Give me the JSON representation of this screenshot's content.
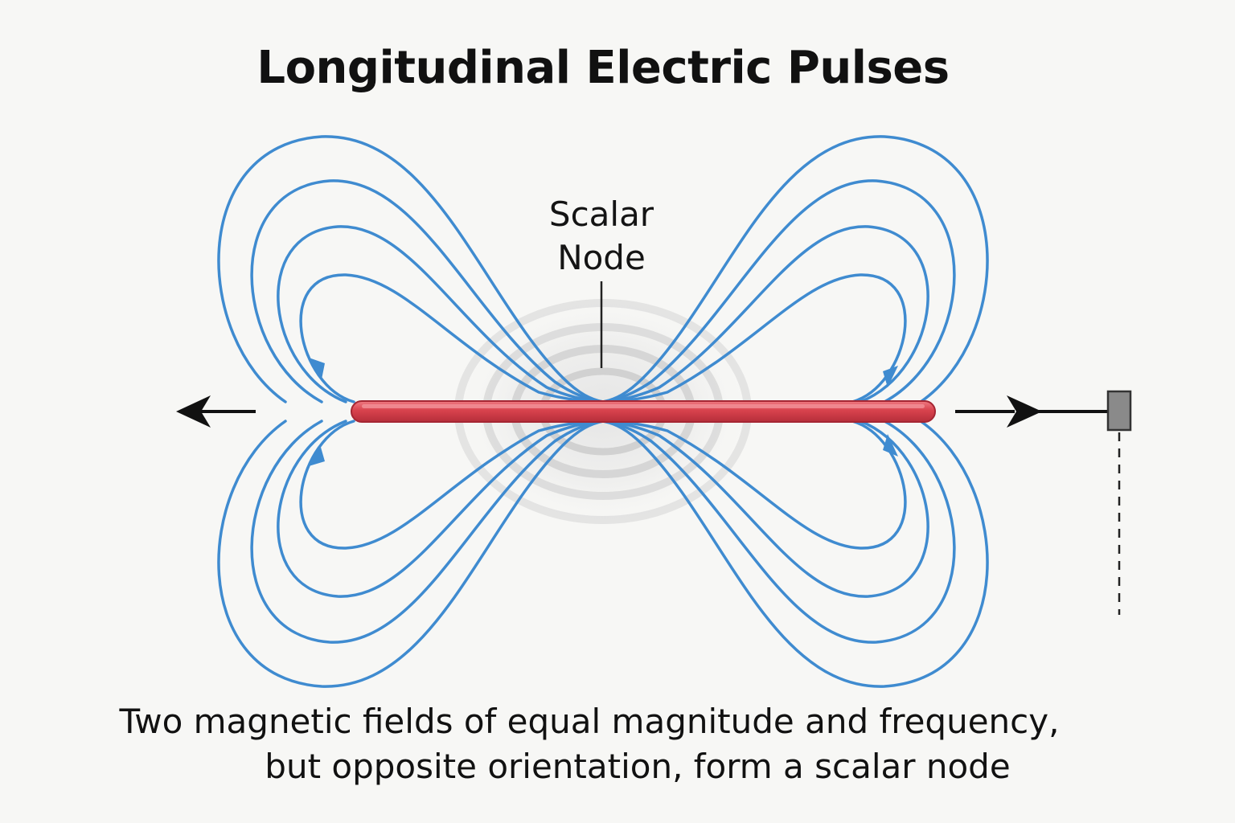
{
  "title": "Longitudinal Electric Pulses",
  "node_label": {
    "line1": "Scalar",
    "line2": "Node"
  },
  "caption": {
    "line1": "Two magnetic fields of equal magnitude and frequency,",
    "line2": "but opposite orientation, form a scalar node"
  },
  "colors": {
    "field_lines": "#3f8bd0",
    "conductor": "#d8424d",
    "conductor_highlight": "#ef7a82",
    "node_rings": "#d2d2d2",
    "arrows": "#111111",
    "terminal": "#8a8a8a",
    "background": "#f7f7f5"
  },
  "icons": {
    "left_arrow": "arrow-left-icon",
    "right_arrow": "arrow-right-icon",
    "terminal": "terminal-block-icon"
  }
}
